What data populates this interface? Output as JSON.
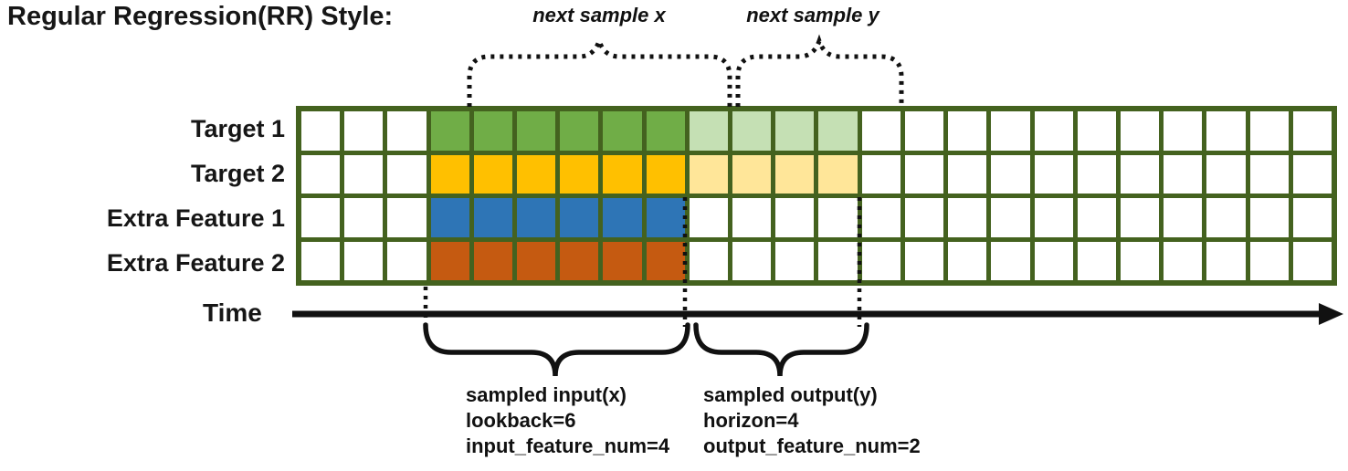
{
  "title": "Regular Regression(RR) Style:",
  "top_annotations": {
    "next_sample_x": "next sample x",
    "next_sample_y": "next sample y"
  },
  "grid": {
    "columns": 24,
    "border_color": "#44621f",
    "input_col_start": 4,
    "input_col_end": 9,
    "output_col_start": 10,
    "output_col_end": 13,
    "rows": [
      {
        "label": "Target 1",
        "input_color": "#70AD47",
        "output_color": "#C5E0B4"
      },
      {
        "label": "Target 2",
        "input_color": "#FFC000",
        "output_color": "#FFE699"
      },
      {
        "label": "Extra Feature 1",
        "input_color": "#2E75B6",
        "output_color": ""
      },
      {
        "label": "Extra Feature 2",
        "input_color": "#C55A11",
        "output_color": ""
      }
    ]
  },
  "time_axis": {
    "label": "Time"
  },
  "bottom_annotations": {
    "input": {
      "lines": [
        "sampled input(x)",
        "lookback=6",
        "input_feature_num=4"
      ]
    },
    "output": {
      "lines": [
        "sampled output(y)",
        "horizon=4",
        "output_feature_num=2"
      ]
    }
  }
}
